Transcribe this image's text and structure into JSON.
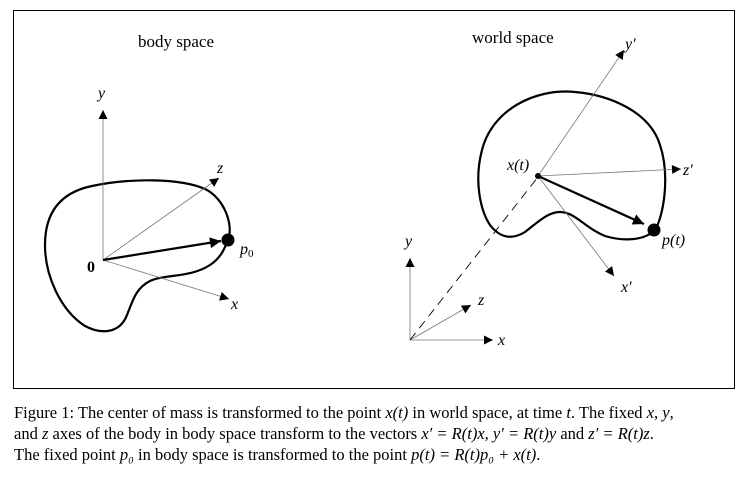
{
  "figure": {
    "body_title": "body space",
    "world_title": "world space",
    "body_labels": {
      "origin": "0",
      "y": "y",
      "z": "z",
      "x": "x",
      "p0": "p",
      "p0_sub": "0"
    },
    "world_labels": {
      "y": "y",
      "z": "z",
      "x": "x",
      "yprime": "y′",
      "zprime": "z′",
      "xprime": "x′",
      "xt": "x(t)",
      "pt": "p(t)"
    }
  },
  "caption": {
    "l1_a": "Figure 1: The center of mass is transformed to the point ",
    "l1_xt": "x(t)",
    "l1_b": " in world space, at time ",
    "l1_t": "t",
    "l1_c": ". The fixed ",
    "l1_x": "x",
    "l1_d": ", ",
    "l1_y": "y",
    "l1_e": ",",
    "l2_a": "and ",
    "l2_z": "z",
    "l2_b": " axes of the body in body space transform to the vectors ",
    "l2_eq1": "x′ = R(t)x",
    "l2_c": ", ",
    "l2_eq2": "y′ = R(t)y",
    "l2_d": " and ",
    "l2_eq3": "z′ = R(t)z",
    "l2_e": ".",
    "l3_a": "The fixed point ",
    "l3_p0": "p₀",
    "l3_b": " in body space is transformed to the point ",
    "l3_eq": "p(t) = R(t)p₀ + x(t)",
    "l3_c": "."
  }
}
